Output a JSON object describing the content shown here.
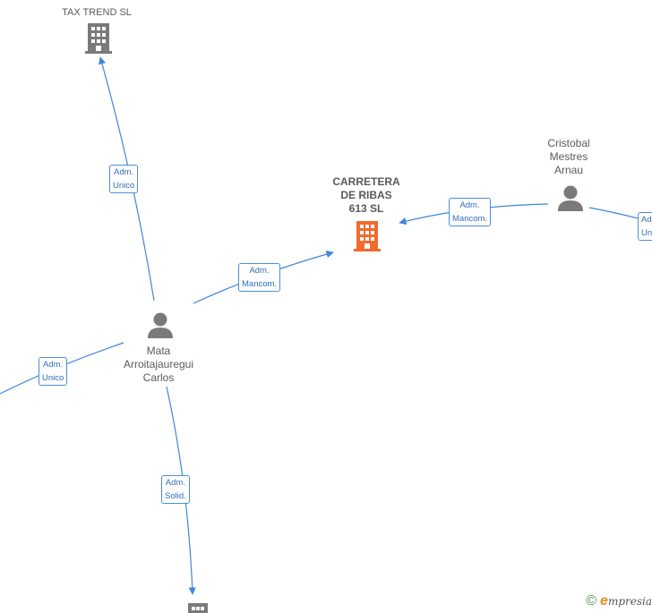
{
  "colors": {
    "edge": "#3f87d9",
    "company_main": "#f26a2e",
    "company": "#7a7a7a",
    "person": "#7a7a7a"
  },
  "nodes": {
    "tax_trend": {
      "label": "TAX TREND  SL",
      "icon": "building-icon"
    },
    "carretera": {
      "label_lines": [
        "CARRETERA",
        "DE RIBAS",
        "613  SL"
      ],
      "icon": "building-icon"
    },
    "cristobal": {
      "label_lines": [
        "Cristobal",
        "Mestres",
        "Arnau"
      ],
      "icon": "person-icon"
    },
    "mata": {
      "label_lines": [
        "Mata",
        "Arroitajauregui",
        "Carlos"
      ],
      "icon": "person-icon"
    },
    "bottom_company": {
      "icon": "building-icon"
    }
  },
  "edges": {
    "mata_tax": [
      "Adm.",
      "Unico"
    ],
    "mata_carretera": [
      "Adm.",
      "Mancom."
    ],
    "cristobal_carretera": [
      "Adm.",
      "Mancom."
    ],
    "cristobal_right": [
      "Adm.",
      "Unico"
    ],
    "mata_left": [
      "Adm.",
      "Unico"
    ],
    "mata_bottom": [
      "Adm.",
      "Solid."
    ]
  },
  "footer": {
    "copyright": "©",
    "brand_first": "e",
    "brand_rest": "mpresia"
  }
}
